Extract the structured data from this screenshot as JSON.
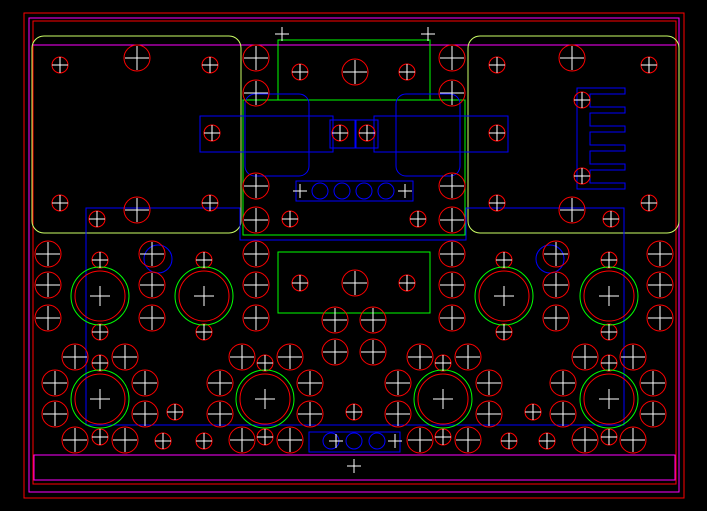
{
  "drawing": {
    "background": "#000000",
    "colors": {
      "frame_outer": "#ff0000",
      "frame_inner": "#ff00ff",
      "green": "#00ff00",
      "yellow_green": "#ccff66",
      "blue": "#0000ff",
      "red": "#ff0000",
      "white": "#ffffff"
    },
    "layers": [
      "outer-frame",
      "plate-outline",
      "green-outlines",
      "blue-outlines",
      "holes",
      "crosshairs"
    ],
    "text_labels": []
  }
}
